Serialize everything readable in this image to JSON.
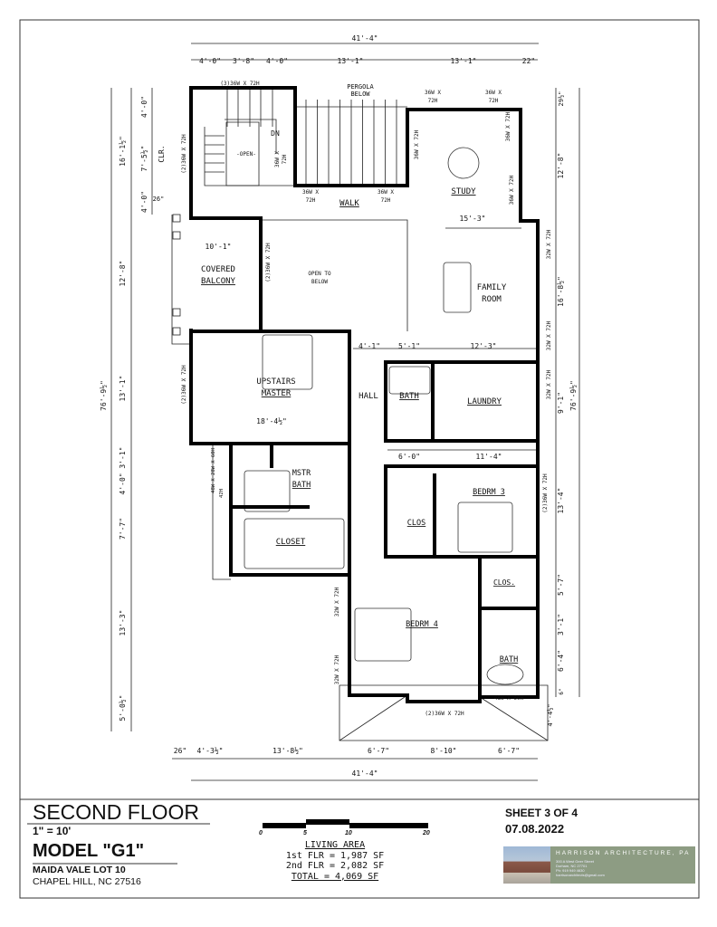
{
  "sheet": {
    "title": "SECOND FLOOR",
    "scale": "1\" = 10'",
    "model": "MODEL \"G1\"",
    "lot": "MAIDA VALE LOT 10",
    "city": "CHAPEL HILL, NC   27516",
    "sheet_number": "SHEET 3 OF 4",
    "date": "07.08.2022",
    "scale_bar_ticks": [
      "0",
      "5",
      "10",
      "20"
    ],
    "living_area": {
      "heading": "LIVING AREA",
      "first": "1st FLR = 1,987 SF",
      "second": "2nd FLR = 2,082 SF",
      "total": "TOTAL = 4,069 SF"
    },
    "logo": {
      "name": "HARRISON ARCHITECTURE, PA",
      "address_lines": [
        "300 A West Geer Street",
        "Durham, NC 27701",
        "Ph: 919 949 4630",
        "harrisonarchitects@gmail.com"
      ]
    }
  },
  "rooms": {
    "study": "STUDY",
    "walk": "WALK",
    "pergola": "PERGOLA",
    "pergola2": "BELOW",
    "dn": "DN",
    "open": "-OPEN-",
    "clr": "CLR.",
    "balcony1": "COVERED",
    "balcony2": "BALCONY",
    "open_below1": "OPEN TO",
    "open_below2": "BELOW",
    "family1": "FAMILY",
    "family2": "ROOM",
    "master1": "UPSTAIRS",
    "master2": "MASTER",
    "hall": "HALL",
    "hall_bath": "BATH",
    "laundry": "LAUNDRY",
    "mstr_bath1": "MSTR",
    "mstr_bath2": "BATH",
    "closet": "CLOSET",
    "clos": "CLOS",
    "bedrm3": "BEDRM 3",
    "clos2": "CLOS.",
    "bedrm4": "BEDRM 4",
    "bath": "BATH"
  },
  "windows": {
    "w_stair_top": "(3)36W X 72H",
    "w_stair_left": "(2)36W X 72H",
    "w_stair_right1": "36W X",
    "w_stair_right2": "72H",
    "w_walk_l1": "36W X",
    "w_walk_l2": "72H",
    "w_walk_r1": "36W X",
    "w_walk_r2": "72H",
    "w_study_t1a": "36W X",
    "w_study_t1b": "72H",
    "w_study_t2a": "36W X",
    "w_study_t2b": "72H",
    "w_study_l": "36W X 72H",
    "w_study_r1": "36W X 72H",
    "w_study_r2": "36W X 72H",
    "w_balc": "(2)36W X 72H",
    "w_master": "(2)36W X 72H",
    "w_family1": "32W X 72H",
    "w_family2": "32W X 72H",
    "w_laundry": "32W X 72H",
    "w_bed3": "(2)36W X 72H",
    "w_shower": "48W X 28W X 60H",
    "w_shower2": "42H",
    "w_bed4a": "32W X 72H",
    "w_bed4b": "32W X 72H",
    "w_bay": "(2)36W X 72H",
    "w_bath": "48W X 60H"
  },
  "dimensions": {
    "top_overall": "41'-4\"",
    "top": [
      "4'-0\"",
      "3'-8\"",
      "4'-0\"",
      "13'-1\"",
      "13'-1\"",
      "22\""
    ],
    "bottom": [
      "26\"",
      "4'-3½\"",
      "13'-8½\"",
      "6'-7\"",
      "8'-10\"",
      "6'-7\""
    ],
    "bottom_overall": "41'-4\"",
    "left_overall": "76'-9½\"",
    "left": [
      "16'-1½\"",
      "12'-8\"",
      "13'-1\"",
      "4'-0\" 3'-1\"",
      "7'-7\"",
      "13'-3\"",
      "5'-0½\""
    ],
    "left_inner": [
      "4'-0\"",
      "7'-5½\"",
      "4'-0\""
    ],
    "left_small": "26\"",
    "right": [
      "29½\"",
      "12'-8\"",
      "16'-8½\"",
      "9'-1\"",
      "13'-4\"",
      "5'-7\"",
      "3'-1\"",
      "6'-4\"",
      "6\"",
      "4'-4½\""
    ],
    "right_overall": "76'-9½\"",
    "interior": {
      "balcony": "10'-1\"",
      "family_top": "15'-3\"",
      "family_bottom": "12'-3\"",
      "hall_a": "4'-1\"",
      "hall_b": "5'-1\"",
      "master": "18'-4½\"",
      "hall_c": "6'-0\"",
      "laundry": "11'-4\""
    }
  },
  "colors": {
    "ink": "#111111",
    "logo_bg": "#8d9c83"
  }
}
